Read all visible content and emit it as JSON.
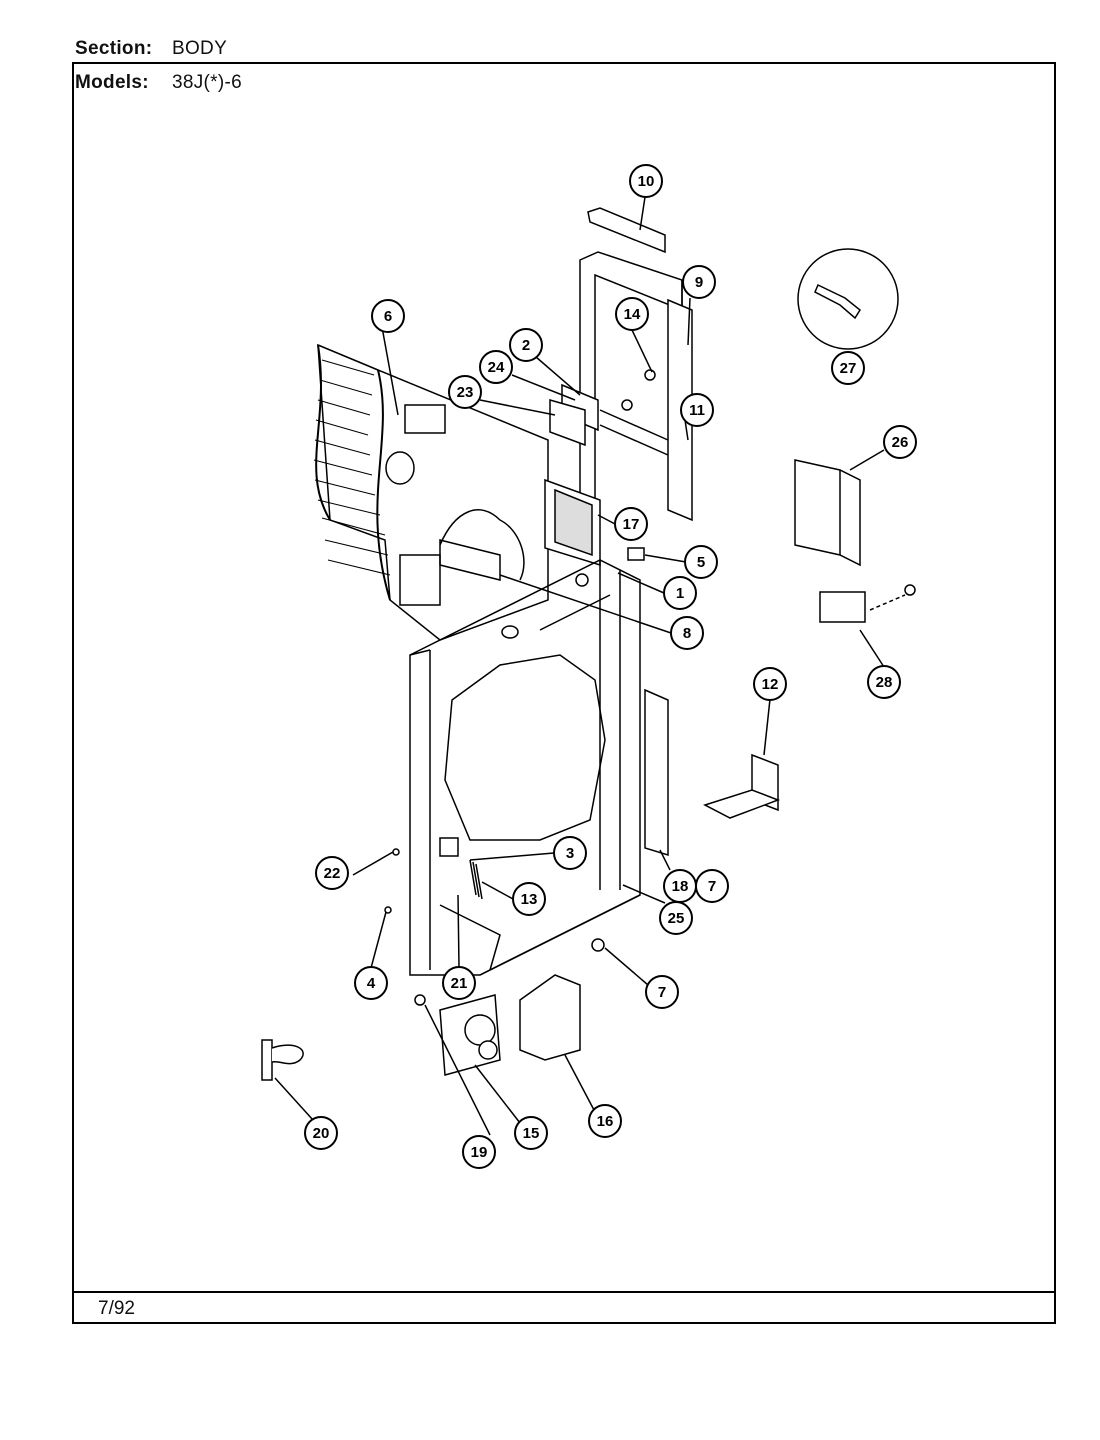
{
  "header": {
    "section_label": "Section:",
    "section_value": "BODY",
    "models_label": "Models:",
    "models_value": "38J(*)-6"
  },
  "footer": {
    "date": "7/92"
  },
  "callouts": [
    "1",
    "2",
    "3",
    "4",
    "5",
    "6",
    "7",
    "7",
    "8",
    "9",
    "10",
    "11",
    "12",
    "13",
    "14",
    "15",
    "16",
    "17",
    "18",
    "19",
    "20",
    "21",
    "22",
    "23",
    "24",
    "25",
    "26",
    "27",
    "28"
  ]
}
